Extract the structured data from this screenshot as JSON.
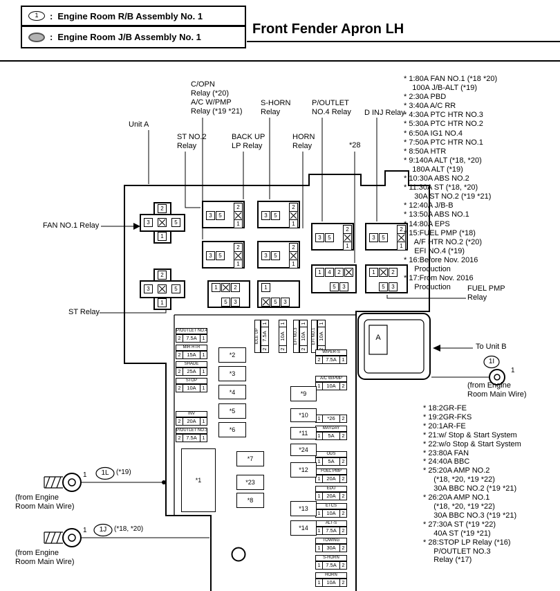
{
  "header": {
    "colon": ":",
    "legend": [
      {
        "symbol": "1",
        "label": "Engine Room R/B Assembly No. 1"
      },
      {
        "symbol": "",
        "label": "Engine Room J/B Assembly No. 1"
      }
    ],
    "title": "Front Fender Apron LH"
  },
  "labels": {
    "unit_a": "Unit A",
    "copn": [
      "C/OPN",
      "Relay (*20)",
      "A/C W/PMP",
      "Relay (*19 *21)"
    ],
    "st_no2": [
      "ST NO.2",
      "Relay"
    ],
    "s_horn": [
      "S-HORN",
      "Relay"
    ],
    "backup": [
      "BACK UP",
      "LP Relay"
    ],
    "horn": [
      "HORN",
      "Relay"
    ],
    "poutlet4": [
      "P/OUTLET",
      "NO.4 Relay"
    ],
    "d_inj": "D INJ Relay",
    "star28": "*28",
    "fan_no1": "FAN NO.1 Relay",
    "st_relay": "ST Relay",
    "fuel_pmp": [
      "FUEL PMP",
      "Relay"
    ],
    "to_unit_b": "To Unit B",
    "from_engine_right": [
      "(from Engine",
      "Room Main Wire)"
    ],
    "from_engine_left1": [
      "(from Engine",
      "Room Main Wire)"
    ],
    "from_engine_left2": [
      "(from Engine",
      "Room Main Wire)"
    ],
    "conn_1l": {
      "tag": "1L",
      "note": "(*19)",
      "pin": "1"
    },
    "conn_1j": {
      "tag": "1J",
      "note": "(*18, *20)",
      "pin": "1"
    },
    "conn_1i": {
      "tag": "1I",
      "pin": "1"
    },
    "unit_b_box": "A"
  },
  "relays": {
    "fan": {
      "pins": [
        "2",
        "3",
        "5",
        "1"
      ]
    },
    "st": {
      "pins": [
        "2",
        "3",
        "5",
        "1"
      ]
    },
    "r1": {
      "pins": [
        "3",
        "5",
        "2",
        "1"
      ]
    },
    "r2": {
      "pins": [
        "3",
        "5",
        "2",
        "1"
      ]
    },
    "r3": {
      "pins": [
        "3",
        "5",
        "2",
        "1"
      ]
    },
    "r4": {
      "pins": [
        "3",
        "5",
        "2",
        "1"
      ]
    },
    "r5": {
      "pins": [
        "3",
        "5",
        "2",
        "1"
      ]
    },
    "r6": {
      "pins": [
        "3",
        "5",
        "2",
        "1"
      ]
    },
    "r7": {
      "pins": [
        "1",
        "4",
        "2",
        "5",
        "3"
      ]
    },
    "r8": {
      "pins": [
        "1",
        "2",
        "5",
        "3"
      ]
    },
    "r9": {
      "pins": [
        "1",
        "2",
        "5",
        "3"
      ]
    },
    "r10": {
      "pins": [
        "1",
        "5",
        "3"
      ]
    }
  },
  "stars": {
    "s1": "*1",
    "s2": "*2",
    "s3": "*3",
    "s4": "*4",
    "s5": "*5",
    "s6": "*6",
    "s7": "*7",
    "s8": "*8",
    "s9": "*9",
    "s10": "*10",
    "s11": "*11",
    "s12": "*12",
    "s13": "*13",
    "s14": "*14",
    "s23": "*23",
    "s24": "*24"
  },
  "fuses": {
    "left1": [
      {
        "name": "P/OUTLET NO.4",
        "l": "2",
        "a": "7.5A",
        "r": "1"
      },
      {
        "name": "MIR HTR",
        "l": "2",
        "a": "15A",
        "r": "1"
      },
      {
        "name": "SHADE",
        "l": "2",
        "a": "25A",
        "r": "1"
      },
      {
        "name": "STOP",
        "l": "2",
        "a": "10A",
        "r": "1"
      }
    ],
    "left2": [
      {
        "name": "INV",
        "l": "2",
        "a": "20A",
        "r": "1"
      },
      {
        "name": "P/OUTLET NO.3",
        "l": "2",
        "a": "7.5A",
        "r": "1"
      }
    ],
    "vertical": [
      {
        "name": "IDLE UP",
        "l": "2",
        "a": "7.5A",
        "r": "1"
      },
      {
        "name": "",
        "l": "2",
        "a": "10A",
        "r": "1"
      },
      {
        "name": "EFI NO.3",
        "l": "2",
        "a": "10A",
        "r": "1"
      },
      {
        "name": "EFI NO.1",
        "l": "2",
        "a": "10A",
        "r": "1"
      }
    ],
    "right1": [
      {
        "name": "WIPER-S",
        "l": "2",
        "a": "7.5A",
        "r": "1"
      }
    ],
    "right2": [
      {
        "name": "A/C W/PMP",
        "l": "1",
        "a": "10A",
        "r": "2"
      }
    ],
    "right3": [
      {
        "name": "",
        "l": "1",
        "a": "*26",
        "r": "2"
      },
      {
        "name": "MAYDAY",
        "l": "1",
        "a": "5A",
        "r": "2"
      }
    ],
    "right4": [
      {
        "name": "ODS",
        "l": "1",
        "a": "5A",
        "r": "2"
      },
      {
        "name": "FUEL PMP",
        "l": "1",
        "a": "20A",
        "r": "2"
      },
      {
        "name": "EDU",
        "l": "1",
        "a": "20A",
        "r": "2"
      },
      {
        "name": "ETCS",
        "l": "1",
        "a": "10A",
        "r": "2"
      },
      {
        "name": "ALT-S",
        "l": "1",
        "a": "7.5A",
        "r": "2"
      },
      {
        "name": "TOWING",
        "l": "1",
        "a": "30A",
        "r": "2"
      },
      {
        "name": "S-HORN",
        "l": "1",
        "a": "7.5A",
        "r": "2"
      },
      {
        "name": "HORN",
        "l": "1",
        "a": "10A",
        "r": "2"
      }
    ]
  },
  "notes_top": [
    "* 1:80A FAN NO.1 (*18 *20)",
    "    100A J/B-ALT (*19)",
    "* 2:30A PBD",
    "* 3:40A A/C RR",
    "* 4:30A PTC HTR NO.3",
    "* 5:30A PTC HTR NO.2",
    "* 6:50A IG1 NO.4",
    "* 7:50A PTC HTR NO.1",
    "* 8:50A HTR",
    "* 9:140A ALT (*18, *20)",
    "    180A ALT (*19)",
    "* 10:30A ABS NO.2",
    "* 11:30A ST (*18, *20)",
    "     30A ST NO.2 (*19 *21)",
    "* 12:40A J/B-B",
    "* 13:50A ABS NO.1",
    "* 14:80A EPS",
    "* 15:FUEL PMP (*18)",
    "     A/F HTR NO.2 (*20)",
    "     EFI NO.4 (*19)",
    "* 16:Before Nov. 2016",
    "     Production",
    "* 17:From Nov. 2016",
    "     Production"
  ],
  "notes_bottom": [
    "* 18:2GR-FE",
    "* 19:2GR-FKS",
    "* 20:1AR-FE",
    "* 21:w/ Stop & Start System",
    "* 22:w/o Stop & Start System",
    "* 23:80A FAN",
    "* 24:40A BBC",
    "* 25:20A AMP NO.2",
    "     (*18, *20, *19 *22)",
    "     30A BBC NO.2 (*19 *21)",
    "* 26:20A AMP NO.1",
    "     (*18, *20, *19 *22)",
    "     30A BBC NO.3 (*19 *21)",
    "* 27:30A ST (*19 *22)",
    "     40A ST (*19 *21)",
    "* 28:STOP LP Relay (*16)",
    "     P/OUTLET NO.3",
    "     Relay (*17)"
  ]
}
